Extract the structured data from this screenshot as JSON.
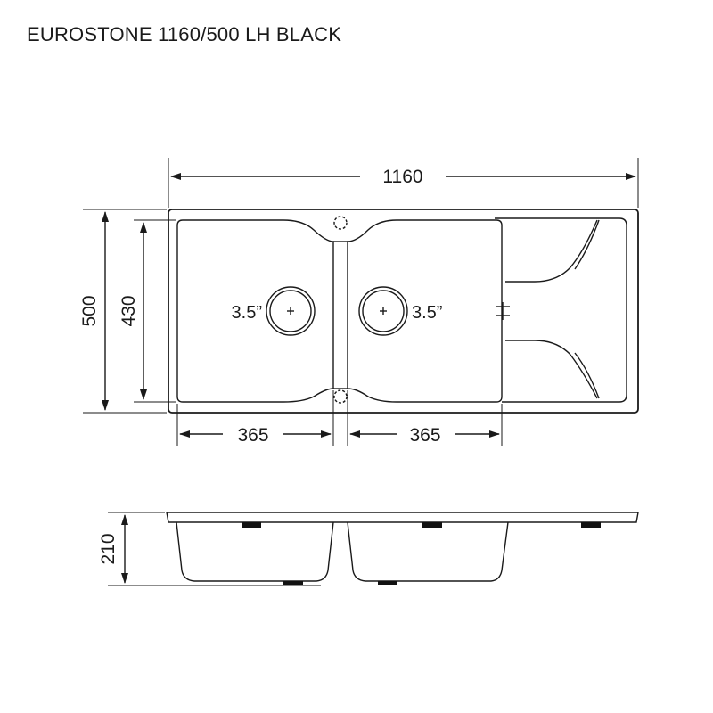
{
  "title": "EUROSTONE 1160/500 LH BLACK",
  "dimensions": {
    "overall_width": "1160",
    "overall_depth": "500",
    "bowl_depth": "430",
    "left_bowl_width": "365",
    "right_bowl_width": "365",
    "sink_height": "210"
  },
  "waste_labels": {
    "left": "3.5”",
    "right": "3.5”"
  },
  "colors": {
    "line": "#1a1a1a",
    "fitting": "#111111"
  }
}
